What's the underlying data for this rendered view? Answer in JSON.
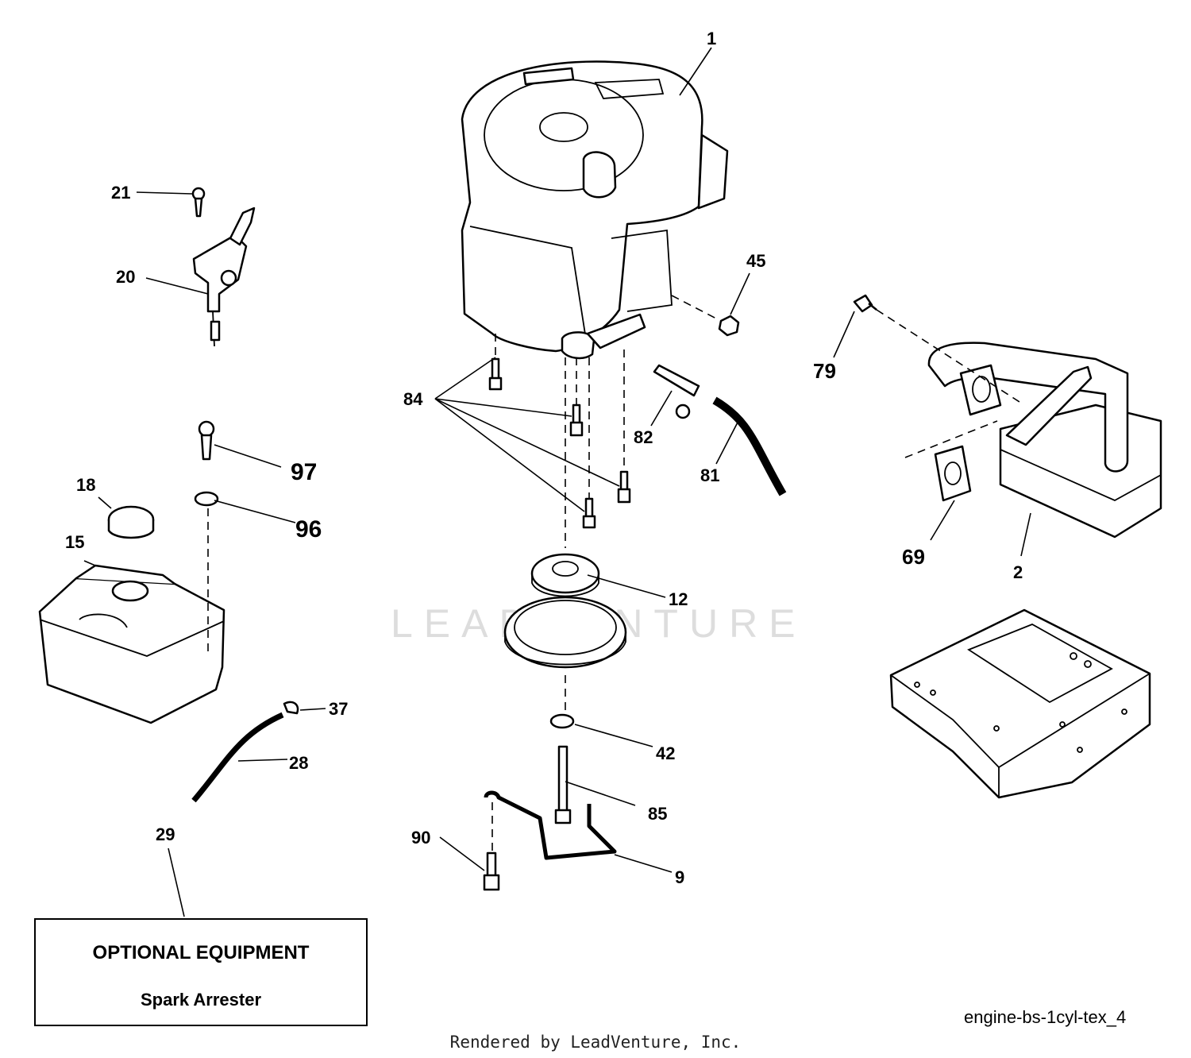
{
  "diagram_id": "engine-bs-1cyl-tex_4",
  "footer": "Rendered by LeadVenture, Inc.",
  "watermark": "LEADVENTURE",
  "optional_box": {
    "title": "OPTIONAL EQUIPMENT",
    "subtitle": "Spark Arrester"
  },
  "callouts": {
    "c1": "1",
    "c2": "2",
    "c9": "9",
    "c12": "12",
    "c15": "15",
    "c18": "18",
    "c20": "20",
    "c21": "21",
    "c28": "28",
    "c29": "29",
    "c37": "37",
    "c42": "42",
    "c45": "45",
    "c69": "69",
    "c79": "79",
    "c81": "81",
    "c82": "82",
    "c84": "84",
    "c85": "85",
    "c90": "90",
    "c96": "96",
    "c97": "97"
  }
}
